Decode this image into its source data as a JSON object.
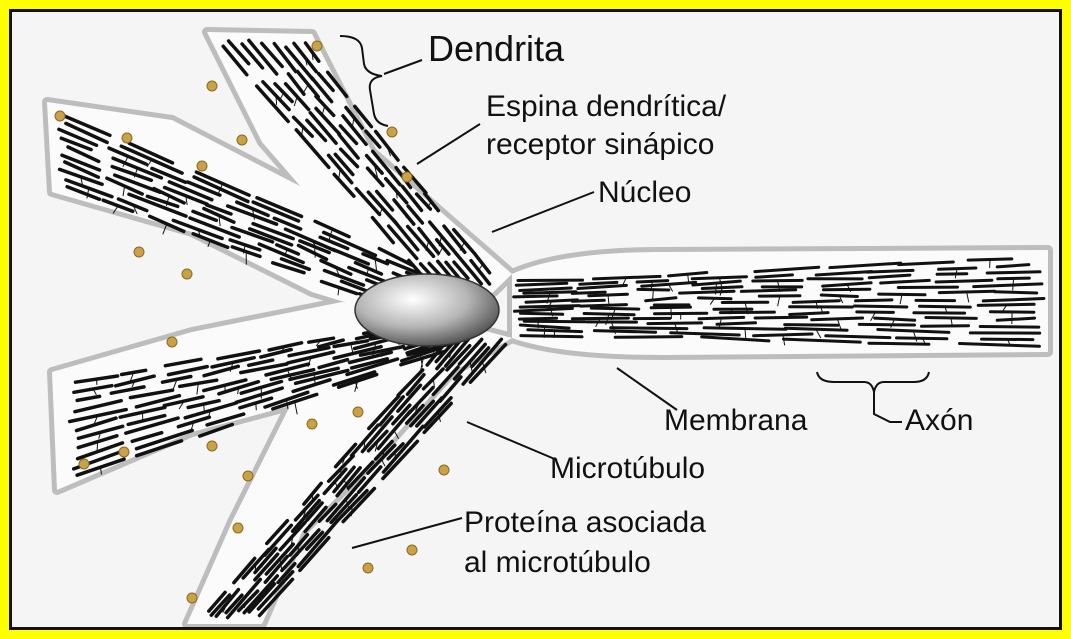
{
  "colors": {
    "outer_frame": "#ffff00",
    "panel_background": "#f5f5f5",
    "panel_border": "#111111",
    "membrane_fill": "#d4d4d4",
    "cytoplasm_fill": "#fbfbfb",
    "microtubule": "#111111",
    "spine": "#c9a247",
    "nucleus": "#9a9a9a",
    "text": "#111111"
  },
  "labels": {
    "dendrita": "Dendrita",
    "espina_line1": "Espina dendrítica/",
    "espina_line2": "receptor sinápico",
    "nucleo": "Núcleo",
    "membrana": "Membrana",
    "axon": "Axón",
    "microtubulo": "Microtúbulo",
    "proteina_line1": "Proteína asociada",
    "proteina_line2": "al microtúbulo"
  }
}
